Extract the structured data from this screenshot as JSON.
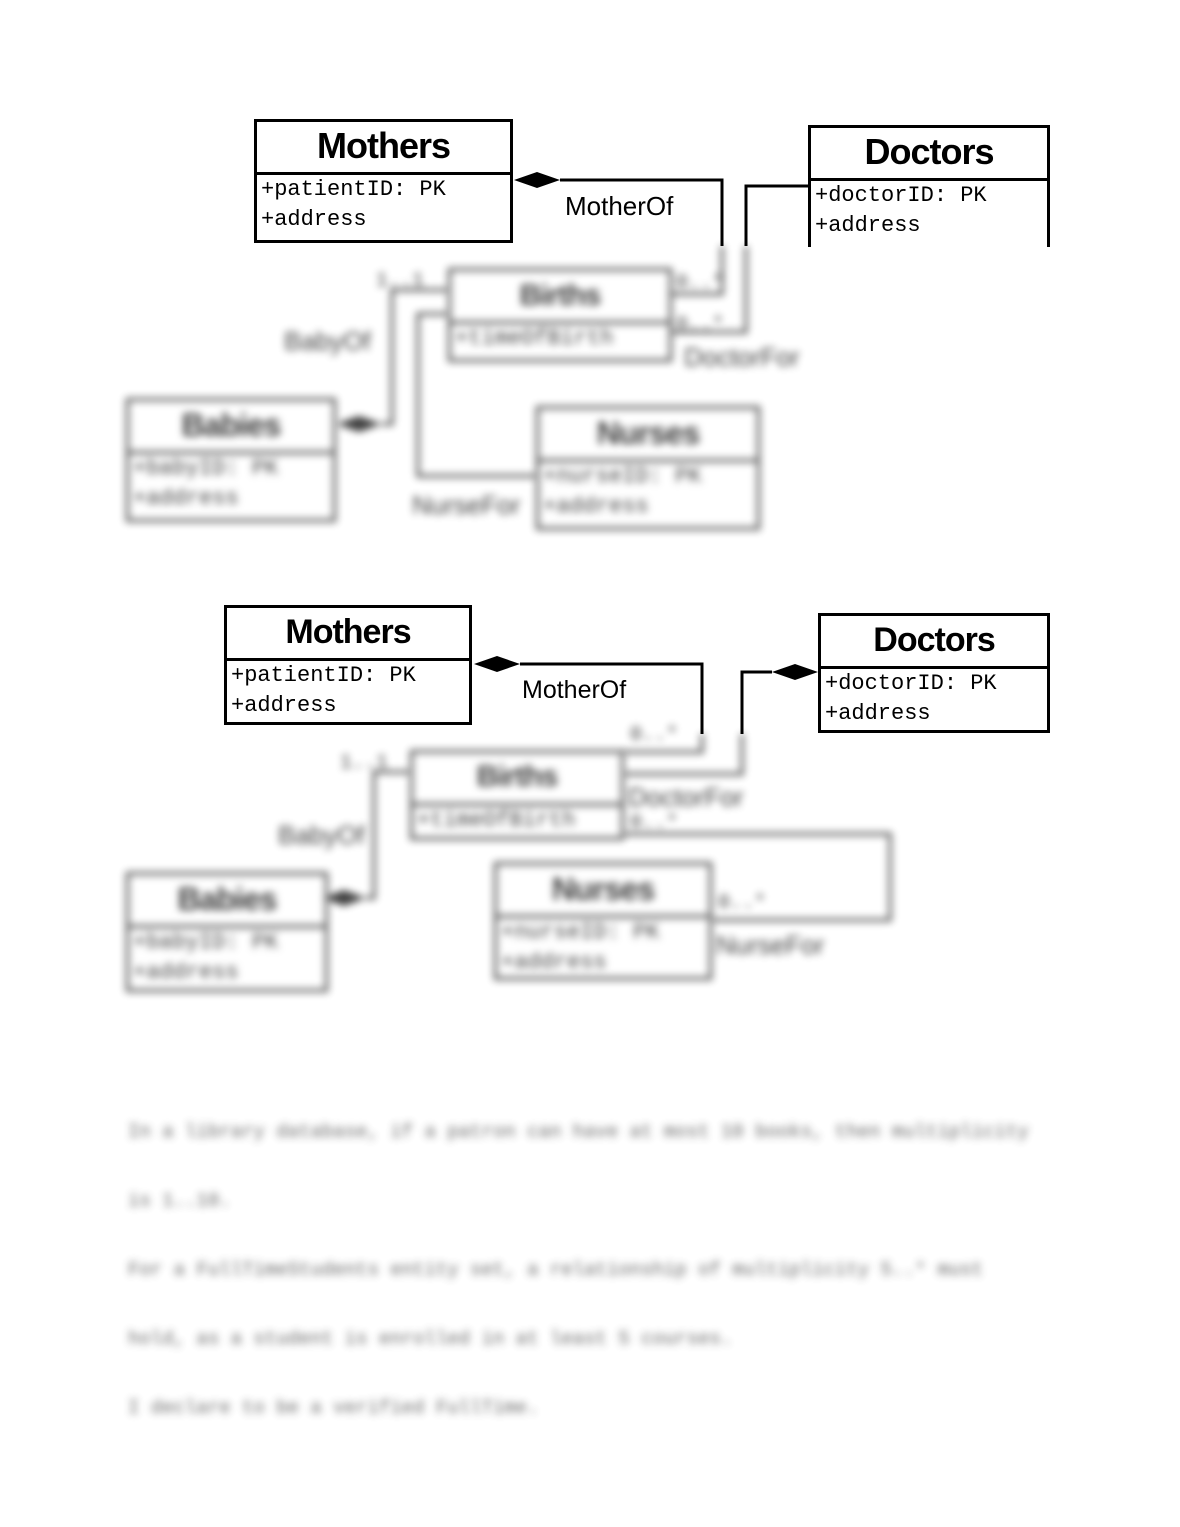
{
  "diagram1": {
    "mothers": {
      "title": "Mothers",
      "attr1": "+patientID: PK",
      "attr2": "+address"
    },
    "doctors": {
      "title": "Doctors",
      "attr1": "+doctorID: PK",
      "attr2": "+address"
    },
    "births": {
      "title": "Births",
      "attr1": "+timeOfBirth"
    },
    "babies": {
      "title": "Babies",
      "attr1": "+babyID: PK",
      "attr2": "+address"
    },
    "nurses": {
      "title": "Nurses",
      "attr1": "+nurseID: PK",
      "attr2": "+address"
    },
    "labels": {
      "mother_of": "MotherOf",
      "baby_of": "BabyOf",
      "doctor_for": "DoctorFor",
      "nurse_for": "NurseFor"
    },
    "mult": {
      "babies_births": "1..1",
      "mother_births": "0..*",
      "doctor_births": "0..*"
    }
  },
  "diagram2": {
    "mothers": {
      "title": "Mothers",
      "attr1": "+patientID: PK",
      "attr2": "+address"
    },
    "doctors": {
      "title": "Doctors",
      "attr1": "+doctorID: PK",
      "attr2": "+address"
    },
    "births": {
      "title": "Births",
      "attr1": "+timeOfBirth"
    },
    "babies": {
      "title": "Babies",
      "attr1": "+babyID: PK",
      "attr2": "+address"
    },
    "nurses": {
      "title": "Nurses",
      "attr1": "+nurseID: PK",
      "attr2": "+address"
    },
    "labels": {
      "mother_of": "MotherOf",
      "baby_of": "BabyOf",
      "doctor_for": "DoctorFor",
      "nurse_for": "NurseFor"
    },
    "mult": {
      "babies_births": "1..1",
      "mother_births": "0..*",
      "doctor_births": "0..*",
      "nurse_births": "0..*"
    }
  },
  "paragraph": {
    "line1": "In a library database, if a patron can have at most 10 books, then multiplicity",
    "line2": "is 1..10.",
    "line3": "For a FullTimeStudents entity set, a relationship of multiplicity 5..* must",
    "line4": "hold, as a student is enrolled in at least 5 courses.",
    "line5": "I declare to be a verified FullTime."
  }
}
